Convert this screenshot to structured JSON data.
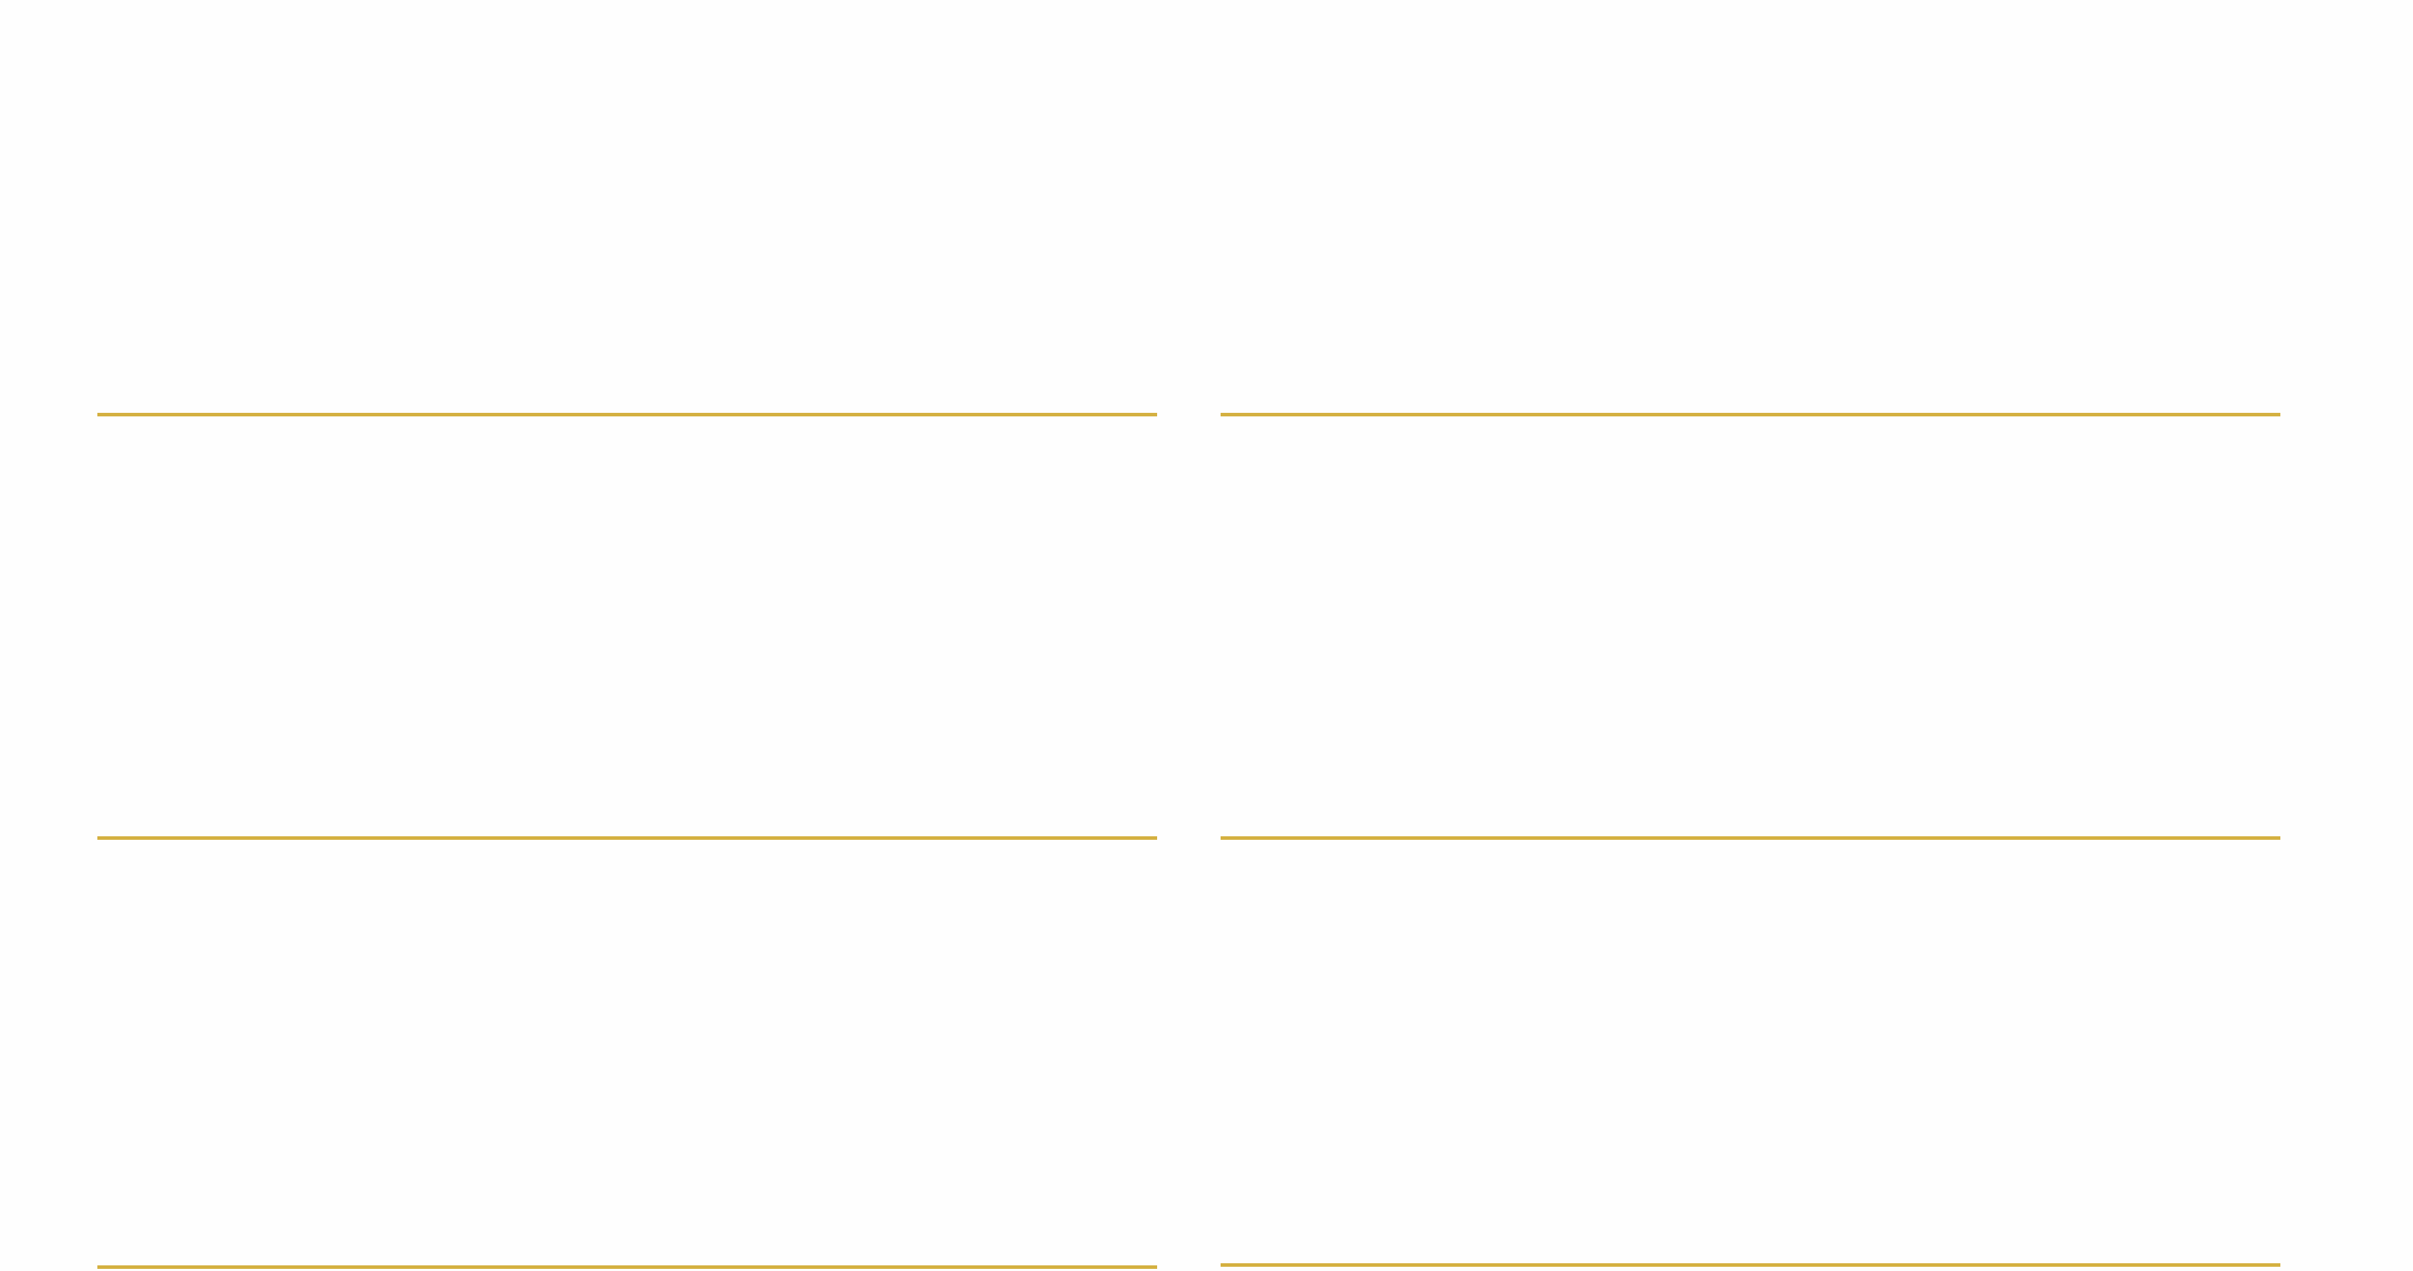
{
  "theme": {
    "background": "#fefefe",
    "accent": "#d4b040"
  },
  "cards": [
    {
      "id": "card-1"
    },
    {
      "id": "card-2"
    },
    {
      "id": "card-3"
    },
    {
      "id": "card-4"
    },
    {
      "id": "card-5"
    },
    {
      "id": "card-6"
    }
  ]
}
